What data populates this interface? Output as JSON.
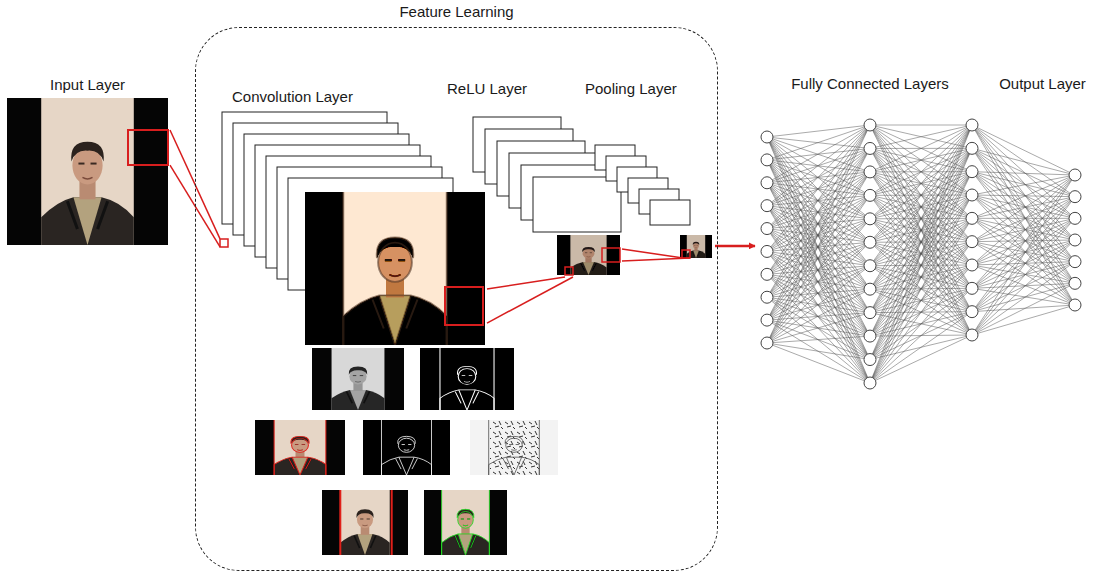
{
  "diagram": {
    "nodes": [
      {
        "text": [
          "Input Layer"
        ]
      },
      {
        "text": [
          "Feature Learning"
        ]
      },
      {
        "text": [
          "Convolution Layer"
        ],
        "in": 1
      },
      {
        "text": [
          "ReLU Layer"
        ],
        "in": 1
      },
      {
        "text": [
          "Pooling Layer"
        ],
        "in": 1
      },
      {
        "text": [
          "Fully Connected Layers"
        ]
      },
      {
        "text": [
          "Output Layer"
        ]
      }
    ],
    "edges": [
      {
        "from": 0,
        "to": 2,
        "arrow": "none"
      },
      {
        "from": 2,
        "to": 3,
        "arrow": "none"
      },
      {
        "from": 3,
        "to": 4,
        "arrow": "none"
      },
      {
        "from": 4,
        "to": 5,
        "arrow": "to"
      }
    ]
  }
}
